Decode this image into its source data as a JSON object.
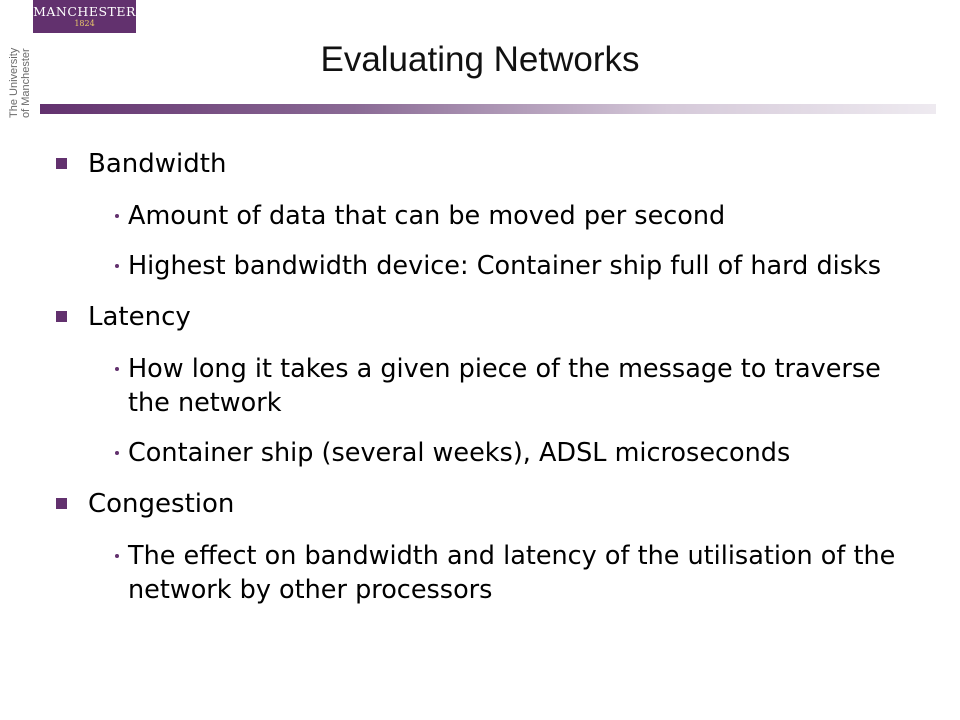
{
  "logo": {
    "word": "MANCHESTER",
    "year": "1824",
    "side_line1": "The University",
    "side_line2": "of Manchester"
  },
  "slide": {
    "title": "Evaluating Networks",
    "sections": [
      {
        "heading": "Bandwidth",
        "points": [
          "Amount of data that can be moved per second",
          "Highest bandwidth device: Container ship full of hard disks"
        ]
      },
      {
        "heading": "Latency",
        "points": [
          "How long it takes a given piece of the message to traverse the network",
          "Container ship (several weeks), ADSL microseconds"
        ]
      },
      {
        "heading": "Congestion",
        "points": [
          "The effect on bandwidth and latency of the utilisation of the network by other processors"
        ]
      }
    ]
  },
  "colors": {
    "brand_purple": "#62316e",
    "logo_gold": "#e8c96a"
  }
}
